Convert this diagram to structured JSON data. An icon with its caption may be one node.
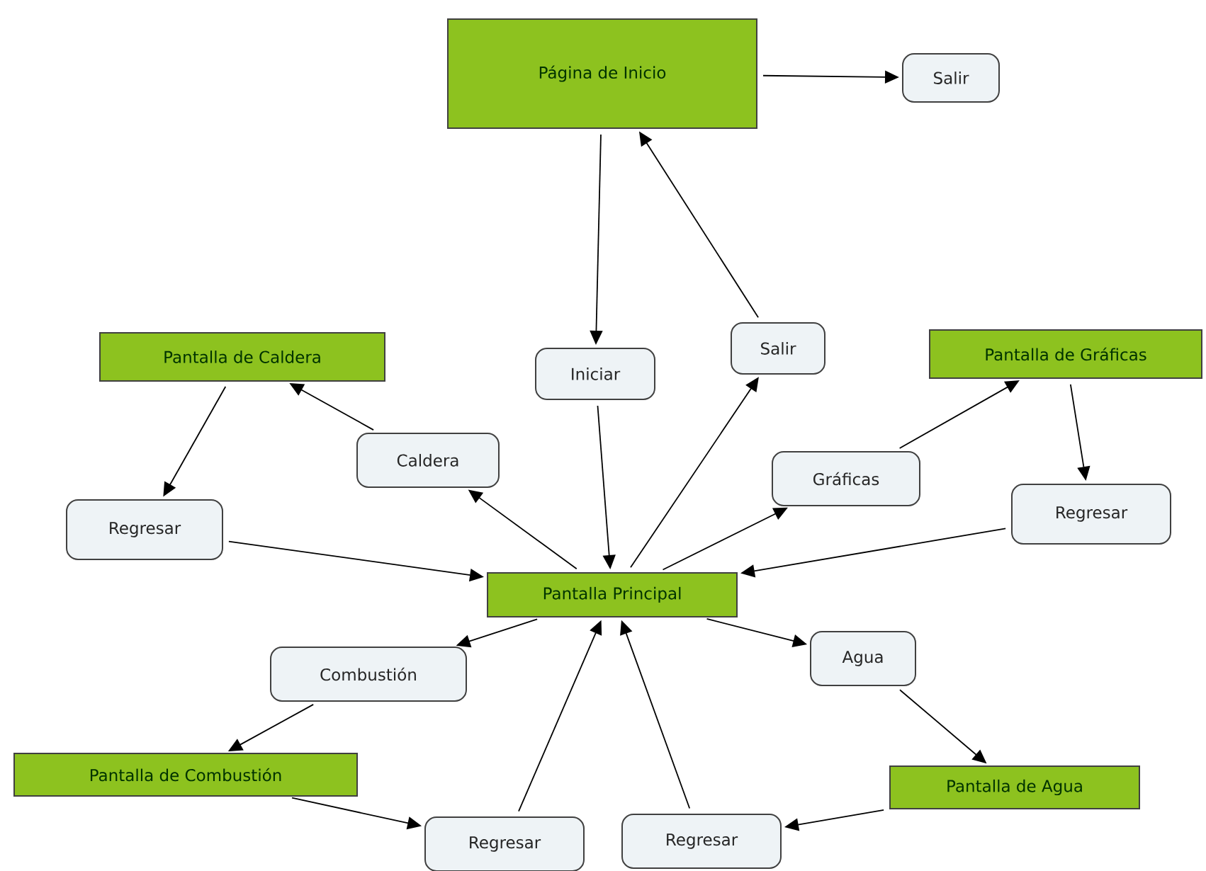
{
  "diagram": {
    "nodes": [
      {
        "text": [
          "Página de Inicio"
        ]
      },
      {
        "text": [
          "Salir"
        ]
      },
      {
        "text": [
          "Pantalla de Caldera"
        ]
      },
      {
        "text": [
          "Iniciar"
        ]
      },
      {
        "text": [
          "Salir"
        ]
      },
      {
        "text": [
          "Pantalla de Gráficas"
        ]
      },
      {
        "text": [
          "Caldera"
        ]
      },
      {
        "text": [
          "Gráficas"
        ]
      },
      {
        "text": [
          "Regresar"
        ]
      },
      {
        "text": [
          "Regresar"
        ]
      },
      {
        "text": [
          "Pantalla Principal"
        ]
      },
      {
        "text": [
          "Combustión"
        ]
      },
      {
        "text": [
          "Agua"
        ]
      },
      {
        "text": [
          "Pantalla de Combustión"
        ]
      },
      {
        "text": [
          "Pantalla de Agua"
        ]
      },
      {
        "text": [
          "Regresar"
        ]
      },
      {
        "text": [
          "Regresar"
        ]
      }
    ],
    "edges": [
      {
        "from": 0,
        "to": 1,
        "arrow": "to"
      },
      {
        "from": 0,
        "to": 3,
        "arrow": "to"
      },
      {
        "from": 4,
        "to": 0,
        "arrow": "to"
      },
      {
        "from": 3,
        "to": 10,
        "arrow": "to"
      },
      {
        "from": 10,
        "to": 4,
        "arrow": "to"
      },
      {
        "from": 10,
        "to": 6,
        "arrow": "to"
      },
      {
        "from": 6,
        "to": 2,
        "arrow": "to"
      },
      {
        "from": 2,
        "to": 8,
        "arrow": "to"
      },
      {
        "from": 8,
        "to": 10,
        "arrow": "to"
      },
      {
        "from": 10,
        "to": 7,
        "arrow": "to"
      },
      {
        "from": 7,
        "to": 5,
        "arrow": "to"
      },
      {
        "from": 5,
        "to": 9,
        "arrow": "to"
      },
      {
        "from": 9,
        "to": 10,
        "arrow": "to"
      },
      {
        "from": 10,
        "to": 11,
        "arrow": "to"
      },
      {
        "from": 11,
        "to": 13,
        "arrow": "to"
      },
      {
        "from": 13,
        "to": 15,
        "arrow": "to"
      },
      {
        "from": 15,
        "to": 10,
        "arrow": "to"
      },
      {
        "from": 10,
        "to": 12,
        "arrow": "to"
      },
      {
        "from": 12,
        "to": 14,
        "arrow": "to"
      },
      {
        "from": 14,
        "to": 16,
        "arrow": "to"
      },
      {
        "from": 16,
        "to": 10,
        "arrow": "to"
      }
    ]
  }
}
